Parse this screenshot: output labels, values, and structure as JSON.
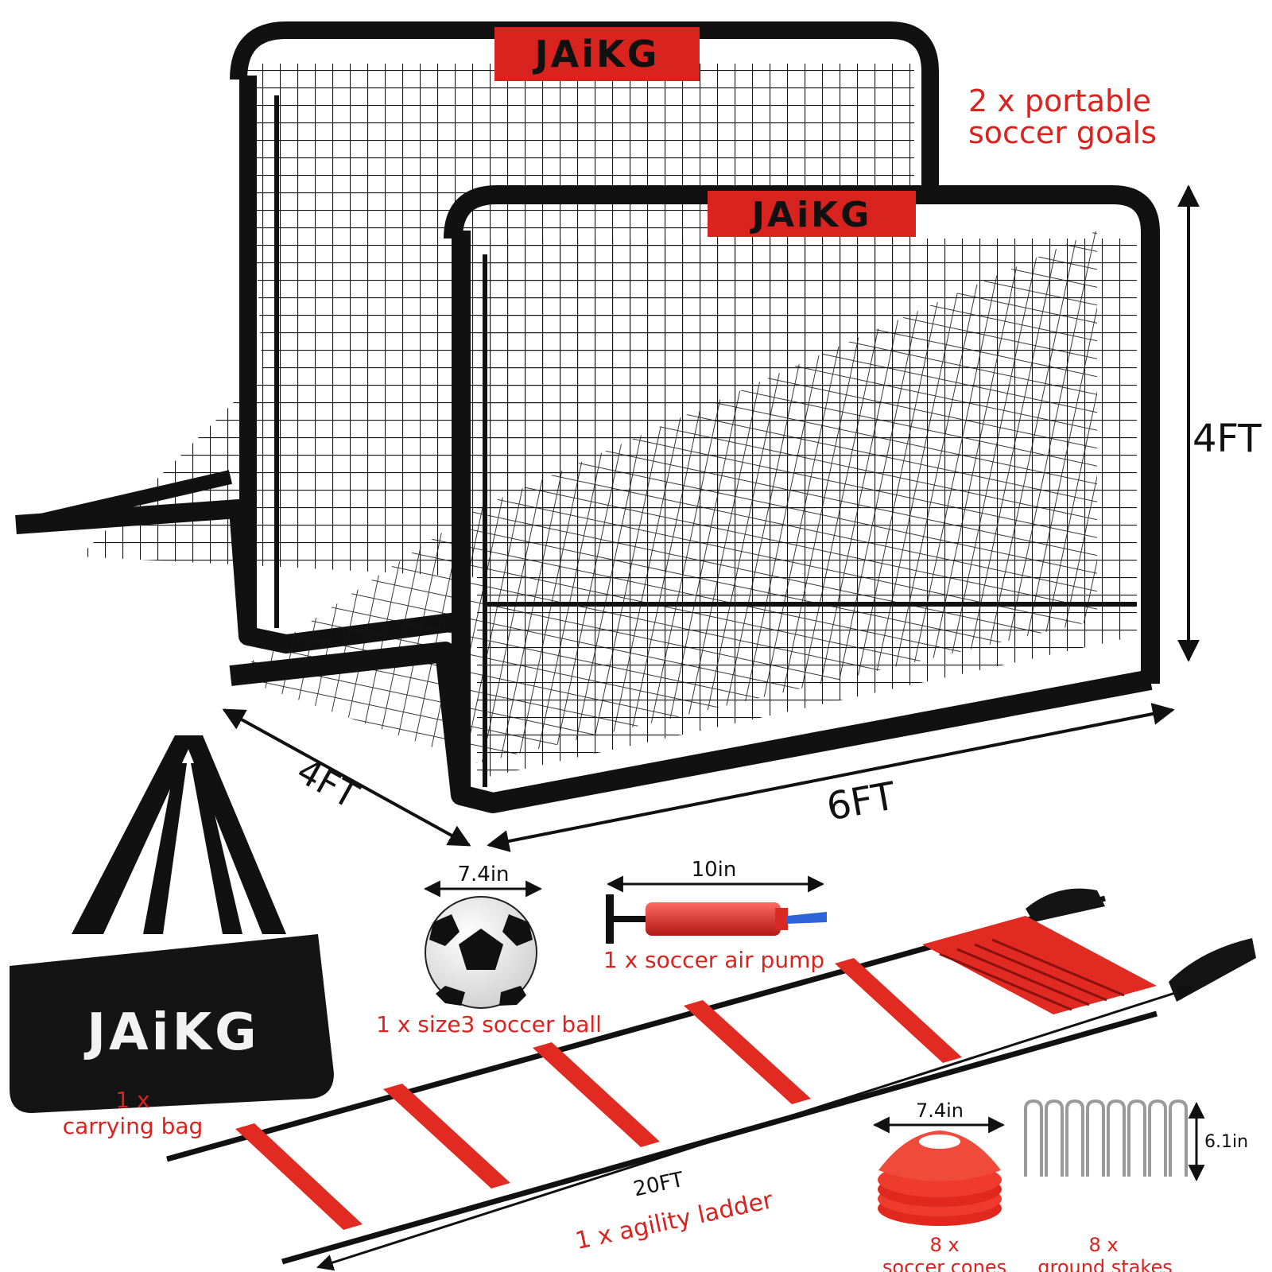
{
  "brand": {
    "name": "JAiKG",
    "accent": "#d8231f",
    "frame": "#111111"
  },
  "goals": {
    "label_line1": "2 x portable",
    "label_line2": "soccer goals",
    "height": "4FT",
    "depth": "4FT",
    "width": "6FT"
  },
  "bag": {
    "label_line1": "1 x",
    "label_line2": "carrying bag"
  },
  "ball": {
    "size": "7.4in",
    "label": "1 x size3 soccer ball"
  },
  "pump": {
    "size": "10in",
    "label": "1 x soccer air pump"
  },
  "ladder": {
    "length": "20FT",
    "label": "1 x agility ladder"
  },
  "cones": {
    "size": "7.4in",
    "label_line1": "8 x",
    "label_line2": "soccer cones"
  },
  "stakes": {
    "size": "6.1in",
    "label_line1": "8 x",
    "label_line2": "ground stakes"
  }
}
